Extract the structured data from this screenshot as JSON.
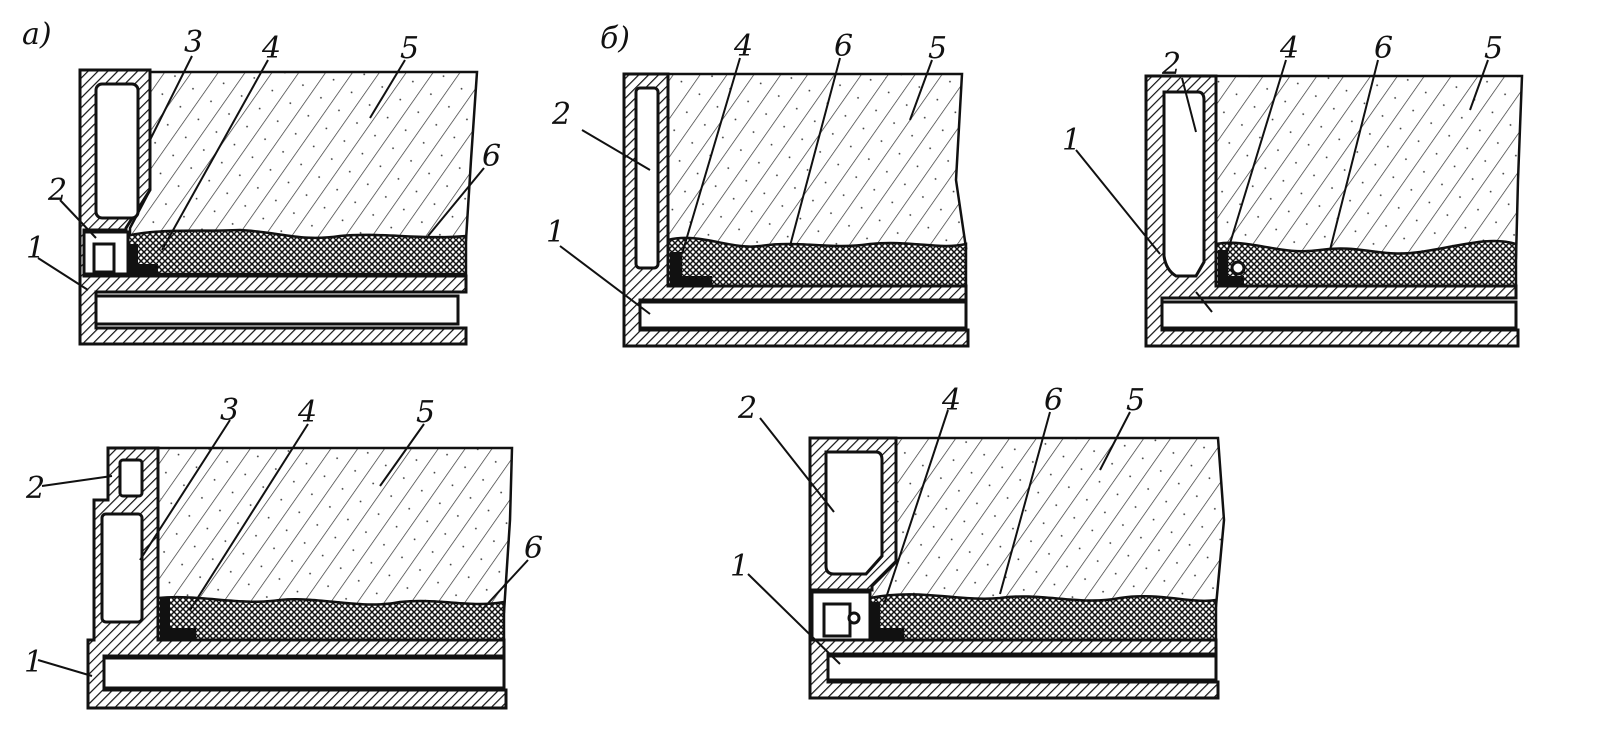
{
  "figure_labels": {
    "a": "а)",
    "b": "б)"
  },
  "panels": [
    {
      "id": "top-left",
      "labels": [
        "3",
        "4",
        "5",
        "2",
        "1",
        "6"
      ]
    },
    {
      "id": "top-middle",
      "labels": [
        "4",
        "6",
        "5",
        "2",
        "1"
      ]
    },
    {
      "id": "top-right",
      "labels": [
        "2",
        "4",
        "6",
        "5",
        "1"
      ]
    },
    {
      "id": "bottom-left",
      "labels": [
        "3",
        "4",
        "5",
        "2",
        "1",
        "6"
      ]
    },
    {
      "id": "bottom-right",
      "labels": [
        "2",
        "4",
        "6",
        "5",
        "1"
      ]
    }
  ],
  "colors": {
    "ink": "#111111",
    "paper": "#ffffff"
  }
}
